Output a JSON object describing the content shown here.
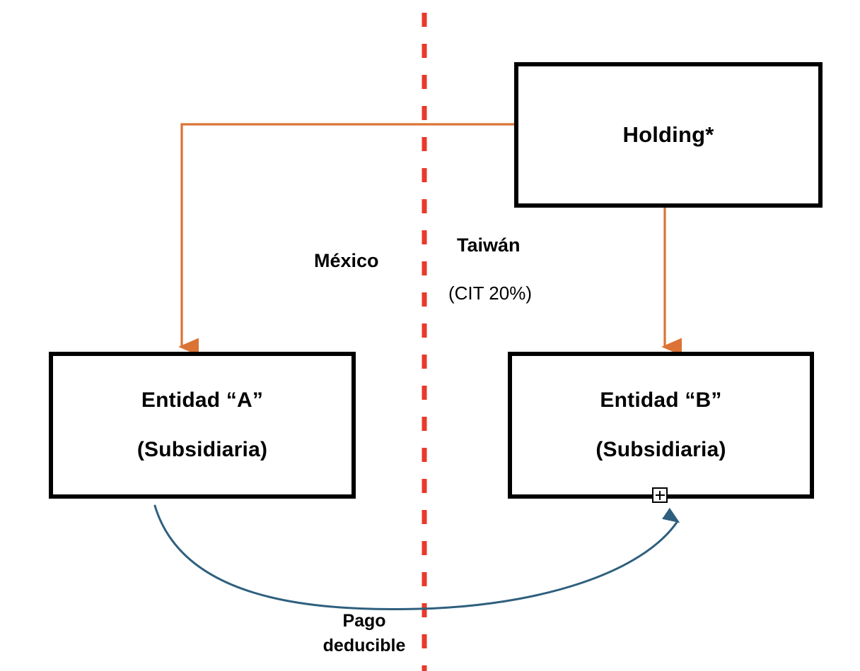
{
  "diagram": {
    "title_text": "",
    "colors": {
      "border": "#000000",
      "flow_orange": "#DB7336",
      "border_red": "#E8392B",
      "payment_blue": "#2E5F7E",
      "background": "#FFFFFF"
    },
    "nodes": {
      "holding": {
        "label": "Holding*"
      },
      "entity_a": {
        "line1": "Entidad “A”",
        "line2": "(Subsidiaria)"
      },
      "entity_b": {
        "line1": "Entidad “B”",
        "line2": "(Subsidiaria)"
      }
    },
    "jurisdictions": {
      "left": "México",
      "right": "Taiwán",
      "right_note": "(CIT 20%)"
    },
    "flows": {
      "payment": {
        "line1": "Pago",
        "line2": "deducible"
      }
    },
    "controls": {
      "expand_toggle": "+"
    }
  }
}
